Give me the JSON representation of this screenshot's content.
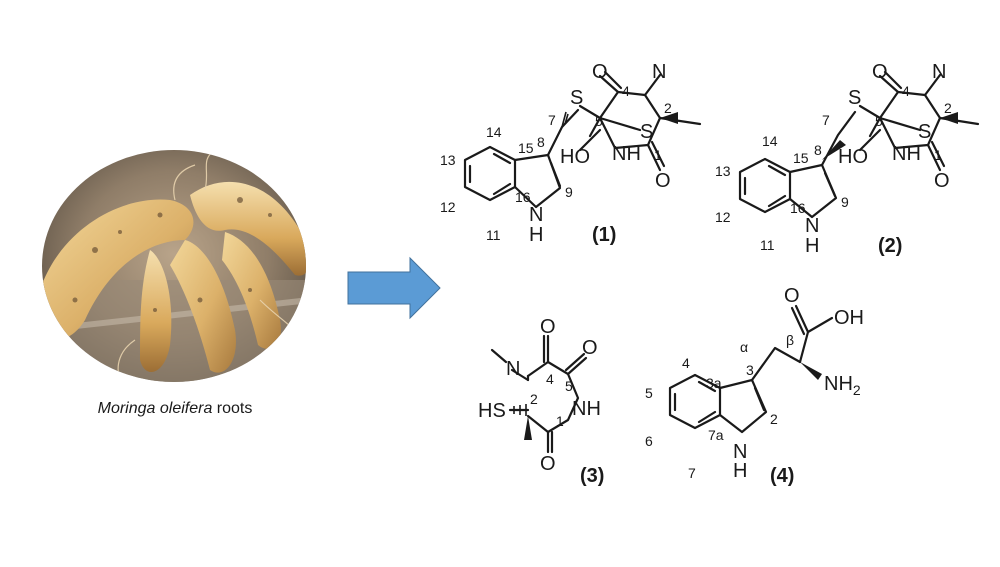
{
  "photo": {
    "caption_species": "Moringa oleifera",
    "caption_suffix": " roots"
  },
  "arrow": {
    "color": "#5b9bd5",
    "direction": "right"
  },
  "compounds": [
    {
      "label": "(1)",
      "atoms": {
        "S_bridge": "S",
        "S_ring": "S",
        "O_top": "O",
        "O_bottom": "O",
        "N_methyl": "N",
        "NH_amide": "NH",
        "HO": "HO",
        "NH_indole_N": "N",
        "NH_indole_H": "H"
      },
      "numbers": [
        "4",
        "2",
        "5",
        "1",
        "7",
        "8",
        "9",
        "14",
        "15",
        "13",
        "12",
        "16",
        "11"
      ]
    },
    {
      "label": "(2)",
      "atoms": {
        "S_bridge": "S",
        "S_ring": "S",
        "O_top": "O",
        "O_bottom": "O",
        "N_methyl": "N",
        "NH_amide": "NH",
        "HO": "HO",
        "NH_indole_N": "N",
        "NH_indole_H": "H"
      },
      "numbers": [
        "4",
        "2",
        "5",
        "1",
        "7",
        "8",
        "9",
        "14",
        "15",
        "13",
        "12",
        "16",
        "11"
      ]
    },
    {
      "label": "(3)",
      "atoms": {
        "O_top": "O",
        "O_right": "O",
        "O_bottom": "O",
        "N_methyl": "N",
        "NH_amide": "NH",
        "HS": "HS"
      },
      "numbers": [
        "4",
        "5",
        "2",
        "1"
      ]
    },
    {
      "label": "(4)",
      "atoms": {
        "O": "O",
        "OH": "OH",
        "NH": "NH",
        "sub2": "2",
        "N_indole": "N",
        "H_indole": "H"
      },
      "numbers": [
        "α",
        "β",
        "4",
        "3a",
        "3",
        "5",
        "2",
        "6",
        "7a",
        "7"
      ]
    }
  ]
}
